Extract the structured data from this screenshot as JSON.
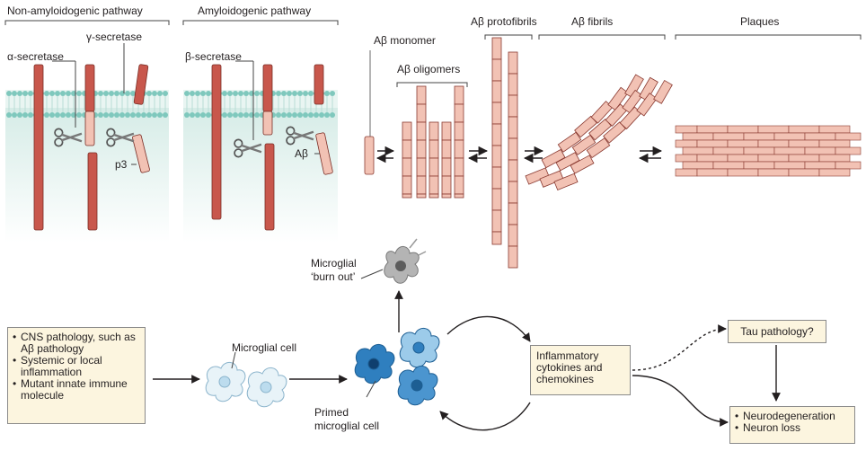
{
  "headers": {
    "non_amyloidogenic": "Non-amyloidogenic pathway",
    "amyloidogenic": "Amyloidogenic pathway",
    "protofibrils": "Aβ protofibrils",
    "fibrils": "Aβ fibrils",
    "plaques": "Plaques"
  },
  "labels": {
    "gamma_secretase": "γ-secretase",
    "alpha_secretase": "α-secretase",
    "beta_secretase": "β-secretase",
    "p3": "p3",
    "abeta": "Aβ",
    "monomer": "Aβ monomer",
    "oligomers": "Aβ oligomers",
    "microglial_burnout_line1": "Microglial",
    "microglial_burnout_line2": "‘burn out’",
    "microglial_cell": "Microglial cell",
    "primed_line1": "Primed",
    "primed_line2": "microglial cell"
  },
  "boxes": {
    "triggers": [
      "CNS pathology, such as Aβ pathology",
      "Systemic or local inflammation",
      "Mutant innate immune molecule"
    ],
    "cytokines": "Inflammatory cytokines and chemokines",
    "tau": "Tau pathology?",
    "outcomes": [
      "Neurodegeneration",
      "Neuron loss"
    ]
  },
  "colors": {
    "fiber_red": "#c8574c",
    "fiber_pink": "#f2c2b4",
    "membrane_teal": "#7fc8bd",
    "cyto_fill": "#dff0ec",
    "box_fill": "#fcf5df",
    "cell_light": "#cfe6f2",
    "cell_blue": "#2f7fbf",
    "cell_gray": "#9a9a9a"
  }
}
